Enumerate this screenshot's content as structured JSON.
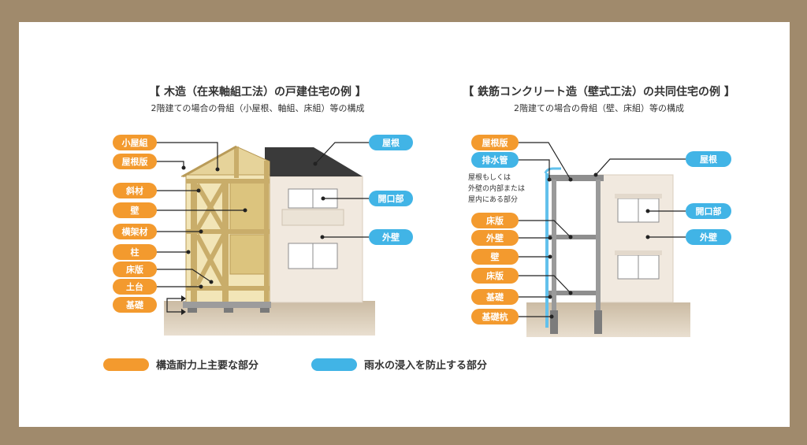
{
  "left": {
    "title": "【 木造（在来軸組工法）の戸建住宅の例 】",
    "subtitle": "2階建ての場合の骨組（小屋根、軸組、床組）等の構成",
    "labels_orange": [
      "小屋組",
      "屋根版",
      "斜材",
      "壁",
      "横架材",
      "柱",
      "床版",
      "土台",
      "基礎"
    ],
    "labels_blue": [
      "屋根",
      "開口部",
      "外壁"
    ]
  },
  "right": {
    "title": "【 鉄筋コンクリート造（壁式工法）の共同住宅の例 】",
    "subtitle": "2階建ての場合の骨組（壁、床組）等の構成",
    "labels_orange": [
      "屋根版",
      "床版",
      "外壁",
      "壁",
      "床版",
      "基礎",
      "基礎杭"
    ],
    "labels_blue": [
      "排水管",
      "屋根",
      "開口部",
      "外壁"
    ],
    "note_lines": [
      "屋根もしくは",
      "外壁の内部または",
      "屋内にある部分"
    ]
  },
  "legend": {
    "structural": "構造耐力上主要な部分",
    "water": "雨水の浸入を防止する部分"
  },
  "colors": {
    "orange": "#f39a2e",
    "blue": "#41b4e6",
    "background": "#a08a6c"
  }
}
